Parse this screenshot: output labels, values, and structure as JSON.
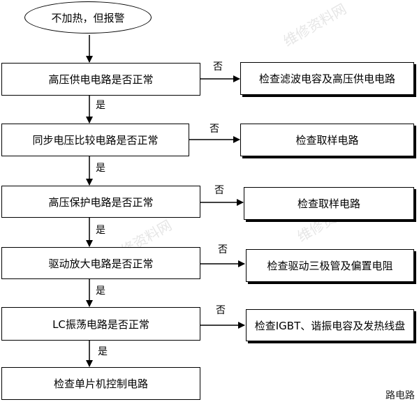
{
  "start": "不加热，但报警",
  "checks": [
    "高压供电电路是否正常",
    "同步电压比较电路是否正常",
    "高压保护电路是否正常",
    "驱动放大电路是否正常",
    "LC振荡电路是否正常"
  ],
  "fixes": [
    "检查滤波电容及高压供电电路",
    "检查取样电路",
    "检查取样电路",
    "检查驱动三极管及偏置电阻",
    "检查IGBT、谐振电容及发热线盘"
  ],
  "final": "检查单片机控制电路",
  "yes_label": "是",
  "no_label": "否",
  "watermark": "维修资料网",
  "corner_text": "路电路"
}
